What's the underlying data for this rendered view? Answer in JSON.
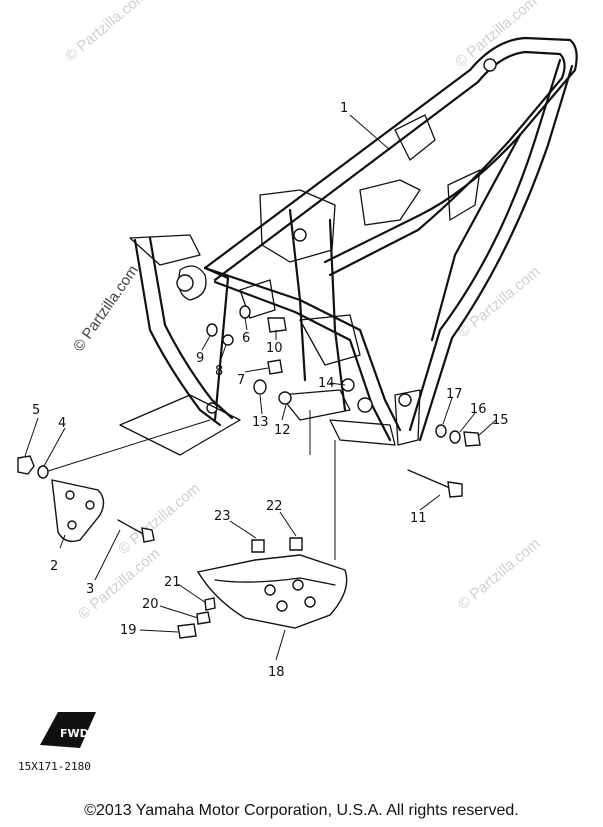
{
  "watermark": "© Partzilla.com",
  "callouts": [
    "1",
    "2",
    "3",
    "4",
    "5",
    "6",
    "7",
    "8",
    "9",
    "10",
    "11",
    "12",
    "13",
    "14",
    "15",
    "16",
    "17",
    "18",
    "19",
    "20",
    "21",
    "22",
    "23"
  ],
  "diagram_code": "15X171-2180",
  "fwd_label": "FWD",
  "copyright": "©2013  Yamaha Motor Corporation, U.S.A. All rights reserved."
}
